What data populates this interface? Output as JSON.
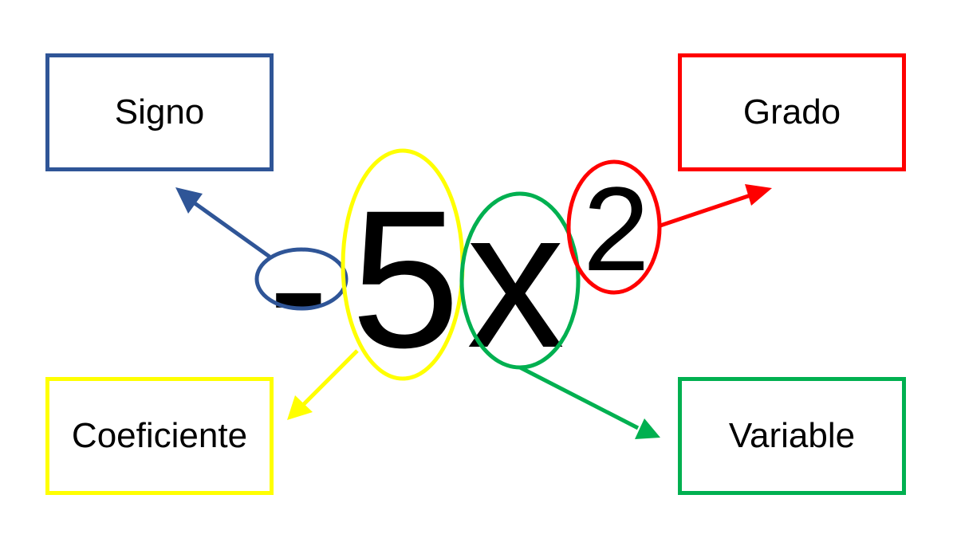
{
  "expression": {
    "sign": "-",
    "coefficient": "5",
    "variable": "x",
    "exponent": "2"
  },
  "labels": {
    "sign": "Signo",
    "degree": "Grado",
    "coefficient": "Coeficiente",
    "variable": "Variable"
  },
  "colors": {
    "sign": "#2f5597",
    "degree": "#ff0000",
    "coefficient": "#ffff00",
    "variable": "#00b050",
    "text": "#000000",
    "background": "#ffffff"
  }
}
